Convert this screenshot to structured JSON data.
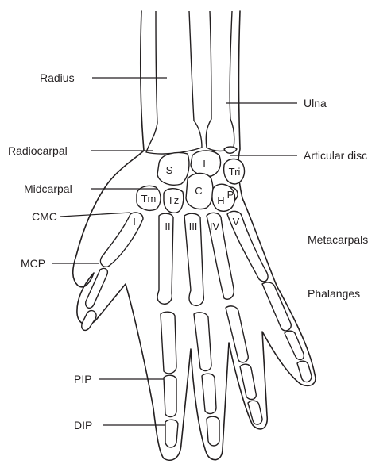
{
  "labels": {
    "left": {
      "radius": "Radius",
      "radiocarpal": "Radiocarpal",
      "midcarpal": "Midcarpal",
      "cmc": "CMC",
      "mcp": "MCP",
      "pip": "PIP",
      "dip": "DIP"
    },
    "right": {
      "ulna": "Ulna",
      "articular_disc": "Articular disc",
      "metacarpals": "Metacarpals",
      "phalanges": "Phalanges"
    }
  },
  "carpals": {
    "scaphoid": "S",
    "lunate": "L",
    "triquetrum": "Tri",
    "pisiform": "P",
    "trapezium": "Tm",
    "trapezoid": "Tz",
    "capitate": "C",
    "hamate": "H"
  },
  "metacarpal_numerals": [
    "I",
    "II",
    "III",
    "IV",
    "V"
  ],
  "colors": {
    "ink": "#231f20",
    "background": "#ffffff"
  }
}
